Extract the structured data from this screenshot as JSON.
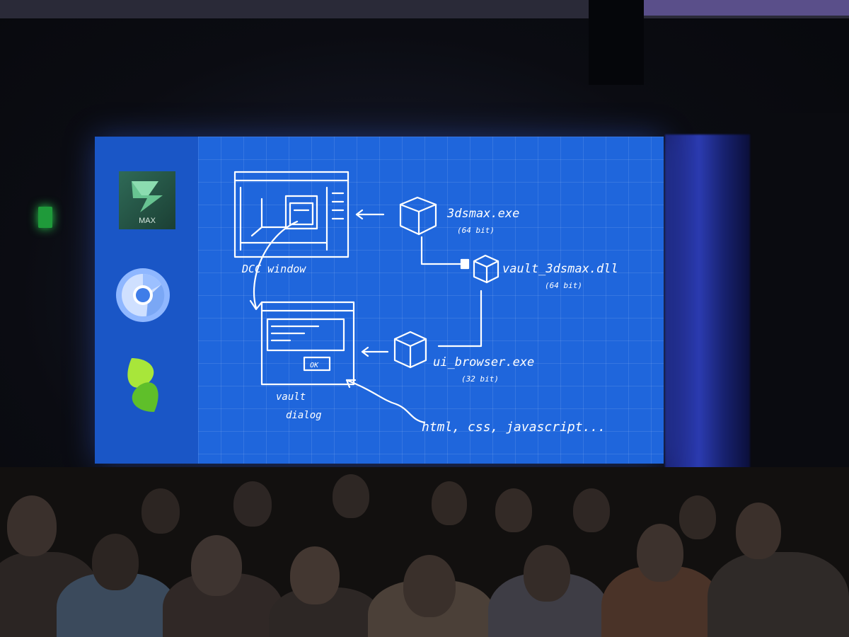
{
  "slide": {
    "app_icons": [
      {
        "icon": "3ds-max-icon",
        "label": "MAX"
      },
      {
        "icon": "chromium-icon"
      },
      {
        "icon": "sencha-leaf-icon"
      }
    ],
    "diagram": {
      "dcc_window_label": "DCC window",
      "vault_dialog_label_line1": "vault",
      "vault_dialog_label_line2": "dialog",
      "exe_3dsmax": "3dsmax.exe",
      "exe_3dsmax_bits": "(64 bit)",
      "dll_vault": "vault_3dsmax.dll",
      "dll_vault_bits": "(64 bit)",
      "exe_ui_browser": "ui_browser.exe",
      "exe_ui_browser_bits": "(32 bit)",
      "dialog_button": "OK",
      "web_tech": "html, css, javascript..."
    },
    "colors": {
      "slide_blue": "#1f63d8",
      "sidebar_blue": "#1a56c6",
      "chalk": "#ffffff",
      "exit_green": "#2bd352"
    }
  }
}
